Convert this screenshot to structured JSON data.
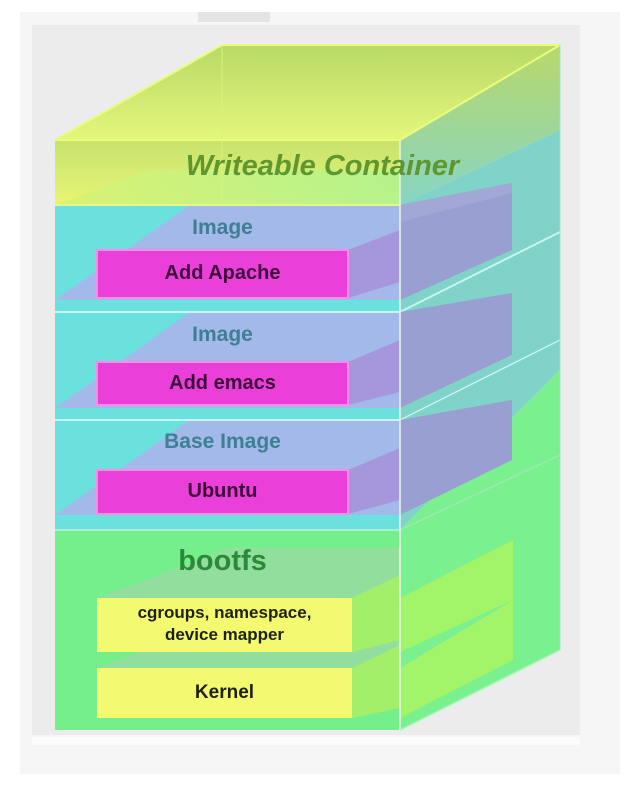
{
  "diagram": {
    "title": "Writeable Container",
    "layers": [
      {
        "label": "Image",
        "box": "Add Apache"
      },
      {
        "label": "Image",
        "box": "Add emacs"
      },
      {
        "label": "Base Image",
        "box": "Ubuntu"
      }
    ],
    "bootfs": {
      "label": "bootfs",
      "boxes": [
        "cgroups, namespace, device mapper",
        "Kernel"
      ],
      "cgroups_line1": "cgroups, namespace,",
      "cgroups_line2": "device mapper"
    },
    "colors": {
      "writeable": "#c8ec6e",
      "image_layer": "#6ae0dc",
      "image_top": "#a3b9ea",
      "pink_box": "#ea3fd8",
      "pink_side": "#a696dc",
      "bootfs": "#74f08c",
      "yellow_box": "#f3fa70",
      "frame": "#ececec"
    }
  }
}
